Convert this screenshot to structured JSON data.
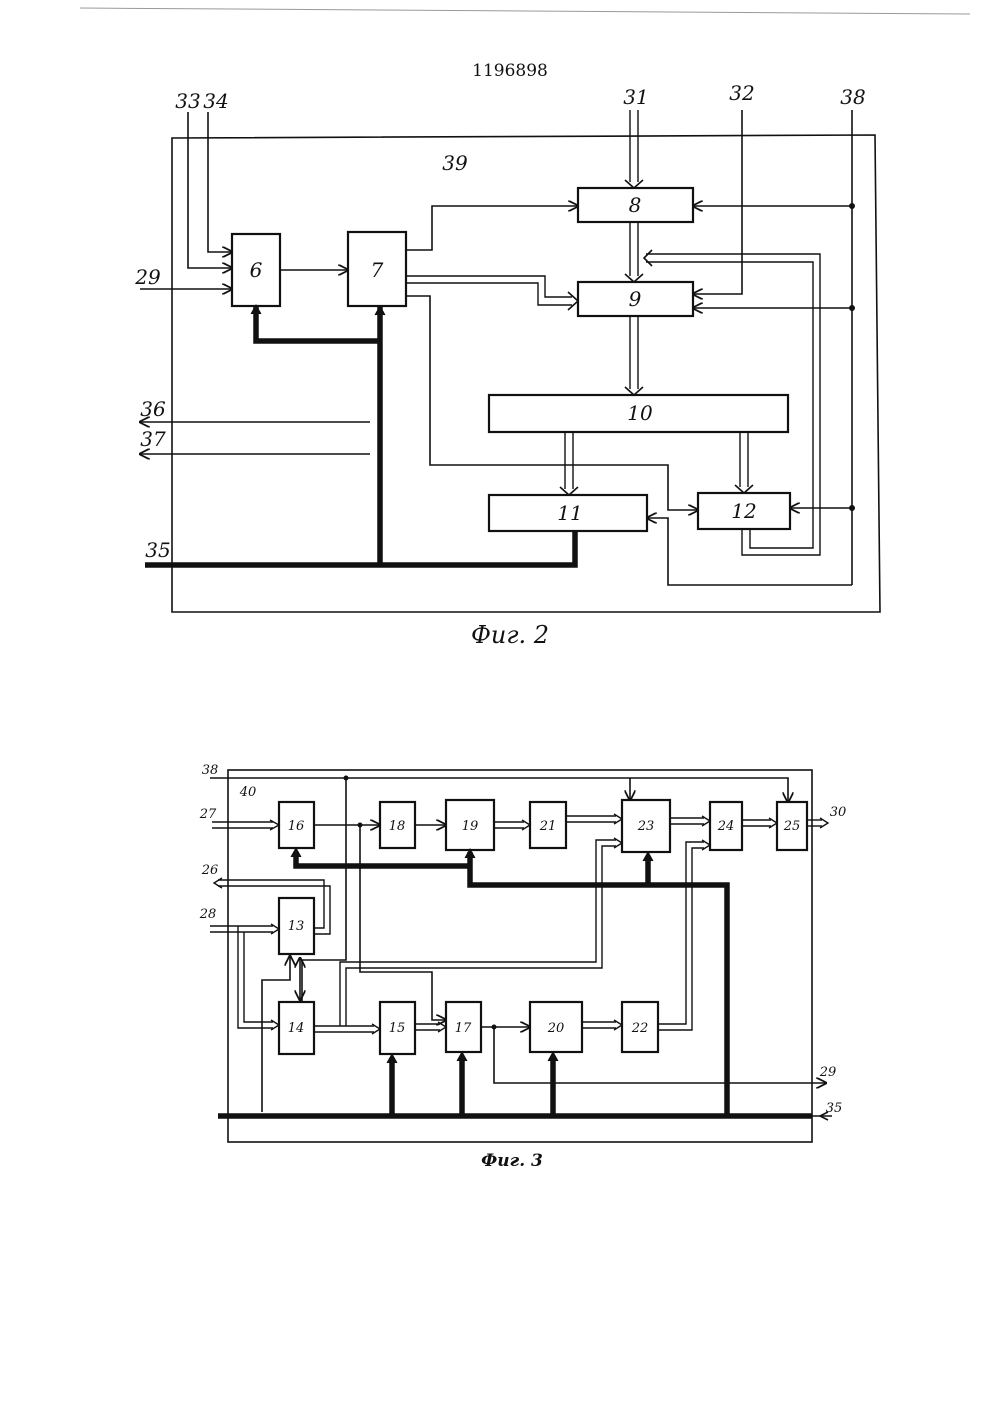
{
  "patent_number": "1196898",
  "fig2": {
    "caption": "Фиг. 2",
    "frame_label": "39",
    "blocks": [
      "6",
      "7",
      "8",
      "9",
      "10",
      "11",
      "12"
    ],
    "terminals": [
      "33",
      "34",
      "29",
      "31",
      "32",
      "38",
      "36",
      "37",
      "35"
    ]
  },
  "fig3": {
    "caption": "Фиг. 3",
    "frame_label": "40",
    "blocks": [
      "16",
      "18",
      "19",
      "21",
      "23",
      "24",
      "25",
      "13",
      "14",
      "15",
      "17",
      "20",
      "22"
    ],
    "terminals": [
      "38",
      "27",
      "26",
      "28",
      "30",
      "29",
      "35"
    ]
  }
}
